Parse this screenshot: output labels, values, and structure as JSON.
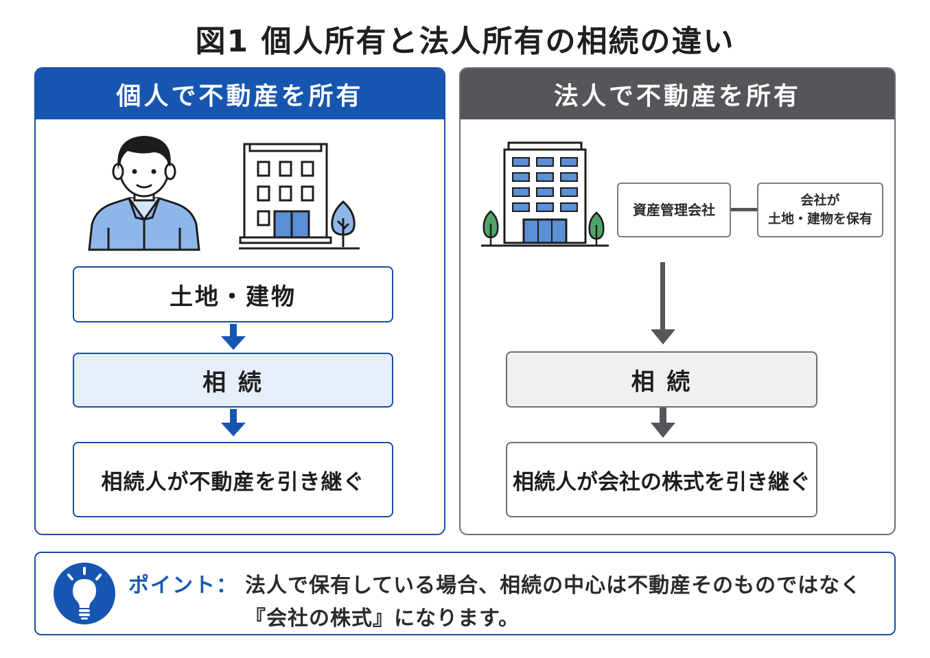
{
  "title": "図1  個人所有と法人所有の相続の違い",
  "left": {
    "header": "個人で不動産を所有",
    "step1": "土地・建物",
    "step2": "相 続",
    "step3": "相続人が不動産を引き継ぐ"
  },
  "right": {
    "header": "法人で不動産を所有",
    "company": "資産管理会社",
    "owns_line1": "会社が",
    "owns_line2": "土地・建物を保有",
    "step2": "相 続",
    "step3": "相続人が会社の株式を引き継ぐ"
  },
  "point": {
    "label": "ポイント：",
    "line1": "法人で保有している場合、相続の中心は不動産そのものではなく",
    "line2": "『会社の株式』になります。"
  },
  "colors": {
    "blue": "#1756b0",
    "gray": "#555659",
    "light_blue": "#e6eefb"
  },
  "icons": [
    "person-icon",
    "building-icon",
    "tree-icon",
    "office-building-icon",
    "lightbulb-icon"
  ]
}
